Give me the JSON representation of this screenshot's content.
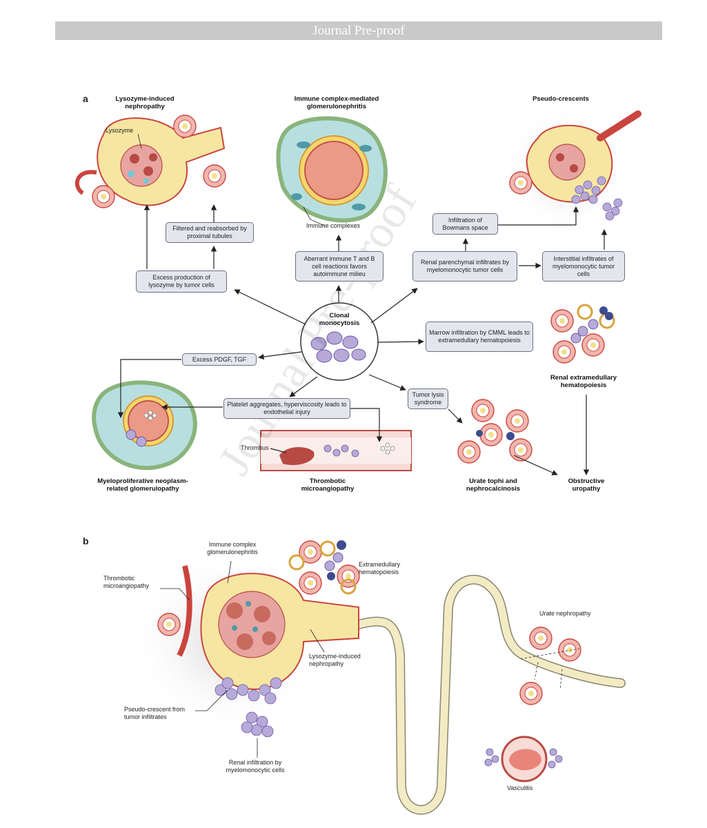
{
  "header": {
    "banner": "Journal Pre-proof"
  },
  "panel_a": {
    "label": "a",
    "titles": {
      "lysozyme": "Lysozyme-induced nephropathy",
      "immune": "Immune complex-mediated glomerulonephritis",
      "pseudo": "Pseudo-crescents",
      "clonal": "Clonal monocytosis",
      "mpn": "Myeloproliferative neoplasm-related glomerulopathy",
      "tma": "Thrombotic microangiopathy",
      "urate": "Urate tophi and nephrocalcinosis",
      "obstructive": "Obstructive uropathy",
      "renal_emh": "Renal extramedullary hematopoiesis"
    },
    "labels": {
      "lysozyme": "Lysozyme",
      "immune_complexes": "Immune complexes",
      "thrombus": "Thrombus"
    },
    "boxes": {
      "filtered": "Filtered and reabsorbed by proximal tubules",
      "excess_lysozyme": "Excess production of lysozyme by tumor cells",
      "aberrant": "Aberrant immune T and B cell reactions favors autoimmune milieu",
      "infiltration_bowman": "Infiltration of Bowmans space",
      "renal_parenchymal": "Renal parenchymal infiltrates by myelomonocytic tumor cells",
      "interstitial": "Interstitial infiltrates of myelomonocytic tumor cells",
      "marrow": "Marrow infiltration by CMML leads to extramedullary hematopoiesis",
      "pdgf": "Excess PDGF, TGF",
      "platelet": "Platelet aggregates, hyperviscosity leads to endothelial injury",
      "tumor_lysis": "Tumor lysis syndrome"
    }
  },
  "panel_b": {
    "label": "b",
    "labels": {
      "immune_complex_gn": "Immune complex glomerulonephritis",
      "emh": "Extramedullary hematopoiesis",
      "tma": "Thrombotic microangiopathy",
      "urate": "Urate nephropathy",
      "lysozyme": "Lysozyme-induced nephropathy",
      "pseudo": "Pseudo-crescent from tumor infiltrates",
      "renal_infiltration": "Renal infiltration by myelomonocytic cells",
      "vasculitis": "Vasculitis"
    }
  },
  "watermark": "Journal Pre-proof"
}
